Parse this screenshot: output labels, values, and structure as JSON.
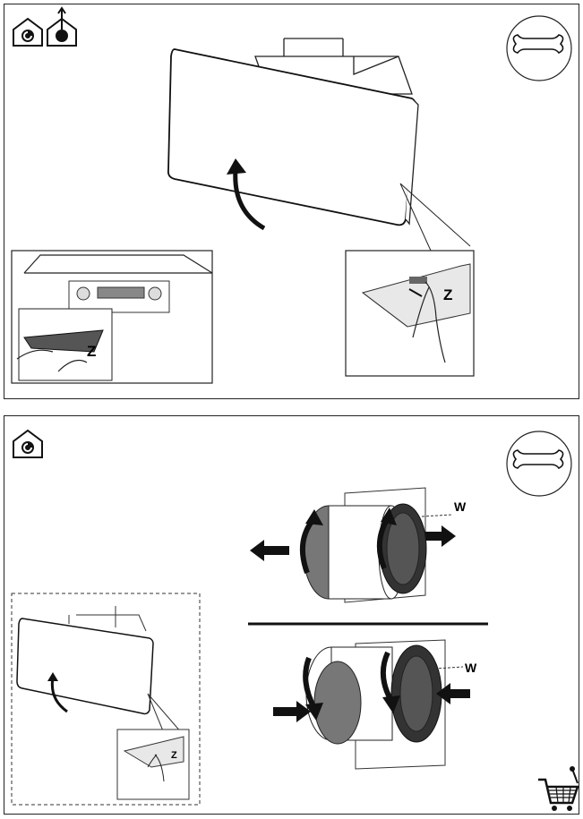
{
  "page": {
    "panel_top": {
      "icons": [
        "recirculation-house-icon",
        "extraction-house-icon"
      ],
      "service_icon": "wrench-icon",
      "detail_label_left": "Z",
      "detail_label_right": "Z"
    },
    "panel_bottom": {
      "icons": [
        "recirculation-house-icon"
      ],
      "service_icon": "wrench-icon",
      "remove_label": "W",
      "install_label": "W",
      "mini_detail_label": "Z",
      "cart_icon": "shopping-cart-icon"
    }
  }
}
